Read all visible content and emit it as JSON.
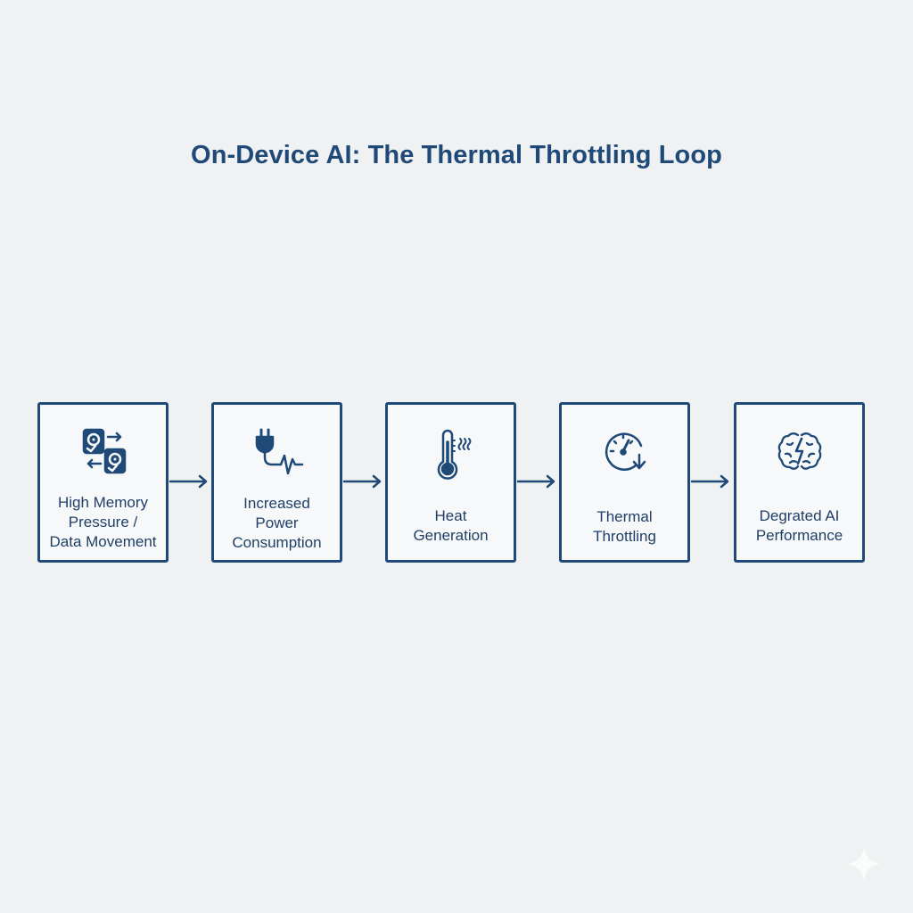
{
  "diagram": {
    "title": "On-Device AI: The Thermal Throttling Loop",
    "accent_color": "#1f4a78",
    "background_color": "#f0f1f2",
    "steps": [
      {
        "label": "High Memory Pressure / Data Movement",
        "lines": [
          "High Memory",
          "Pressure /",
          "Data Movement"
        ],
        "icon": "memory-transfer-icon"
      },
      {
        "label": "Increased Power Consumption",
        "lines": [
          "Increased",
          "Power",
          "Consumption"
        ],
        "icon": "power-plug-icon"
      },
      {
        "label": "Heat Generation",
        "lines": [
          "Heat",
          "Generation"
        ],
        "icon": "thermometer-icon"
      },
      {
        "label": "Thermal Throttling",
        "lines": [
          "Thermal",
          "Throttling"
        ],
        "icon": "gauge-down-icon"
      },
      {
        "label": "Degrated AI Performance",
        "lines": [
          "Degrated AI",
          "Performance"
        ],
        "icon": "brain-icon"
      }
    ],
    "connections": [
      {
        "from": "High Memory Pressure / Data Movement",
        "to": "Increased Power Consumption"
      },
      {
        "from": "Increased Power Consumption",
        "to": "Heat Generation"
      },
      {
        "from": "Heat Generation",
        "to": "Thermal Throttling"
      },
      {
        "from": "Thermal Throttling",
        "to": "Degrated AI Performance"
      }
    ]
  }
}
